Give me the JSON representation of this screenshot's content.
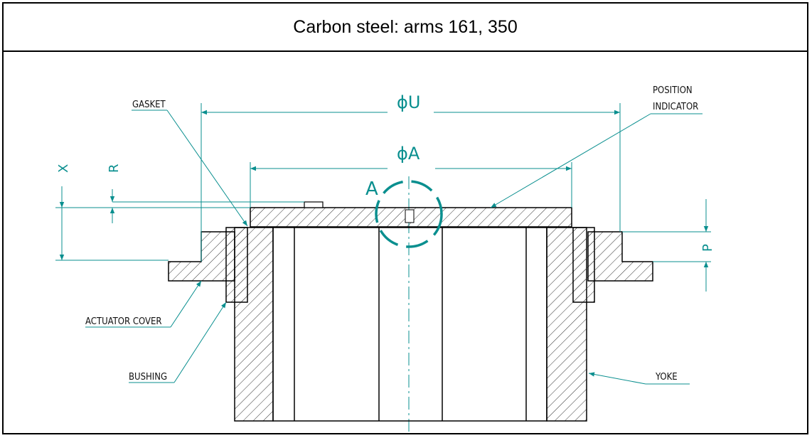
{
  "title": "Carbon steel: arms 161, 350",
  "colors": {
    "dimension": "#0a8f8f",
    "outline": "#000000",
    "hatch": "#333333"
  },
  "labels": {
    "gasket": "GASKET",
    "position_indicator_1": "POSITION",
    "position_indicator_2": "INDICATOR",
    "actuator_cover": "ACTUATOR COVER",
    "bushing": "BUSHING",
    "yoke": "YOKE"
  },
  "dimensions": {
    "u": "ϕU",
    "a": "ϕA",
    "x": "X",
    "r": "R",
    "p": "P",
    "detail": "A"
  }
}
